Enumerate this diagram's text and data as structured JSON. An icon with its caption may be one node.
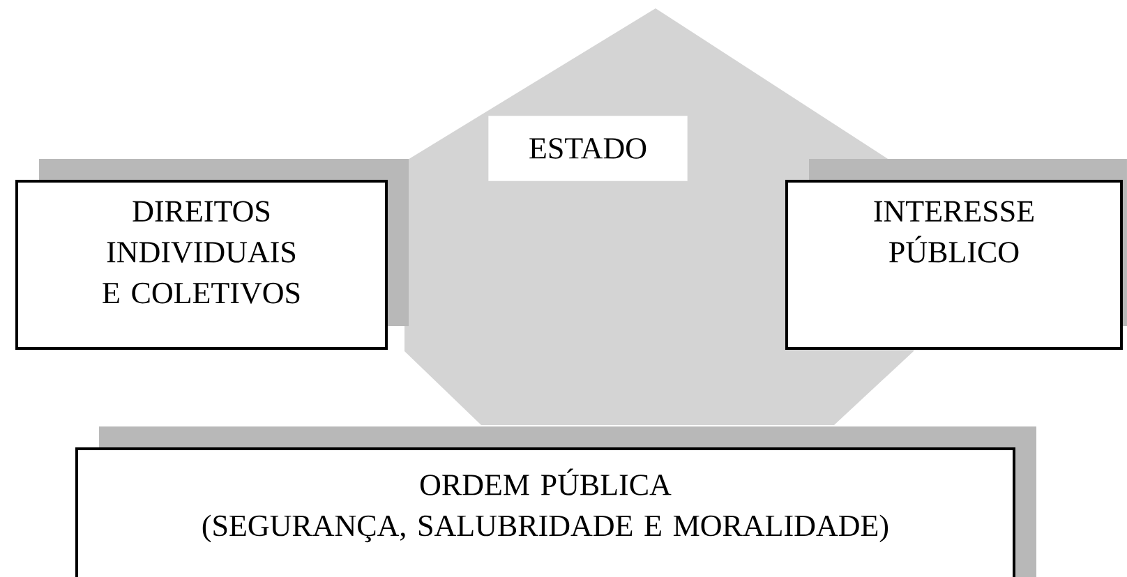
{
  "diagram": {
    "nodes": [
      {
        "text": [
          "ESTADO"
        ]
      },
      {
        "text": [
          "DIREITOS INDIVIDUAIS E COLETIVOS"
        ]
      },
      {
        "text": [
          "INTERESSE PÚBLICO"
        ]
      },
      {
        "text": [
          "ORDEM PÚBLICA",
          "(SEGURANÇA, SALUBRIDADE E MORALIDADE)"
        ]
      }
    ]
  }
}
